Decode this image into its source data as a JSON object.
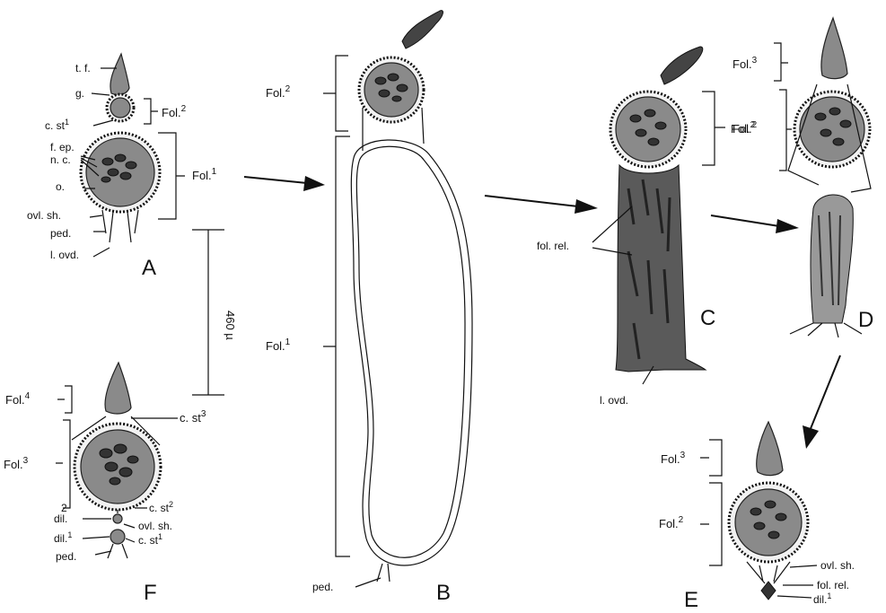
{
  "panels": {
    "a": "A",
    "b": "B",
    "c": "C",
    "d": "D",
    "e": "E",
    "f": "F"
  },
  "labels": {
    "tf": "t. f.",
    "g": "g.",
    "cst1": "c. st",
    "fep": "f. ep.",
    "nc": "n. c.",
    "o": "o.",
    "ovlsh": "ovl. sh.",
    "ped": "ped.",
    "lovd": "l. ovd.",
    "fol": "Fol.",
    "folrel": "fol. rel.",
    "dil": "dil.",
    "two": "2"
  },
  "superscripts": {
    "s1": "1",
    "s2": "2",
    "s3": "3",
    "s4": "4"
  },
  "scale": {
    "label": "460 µ"
  }
}
